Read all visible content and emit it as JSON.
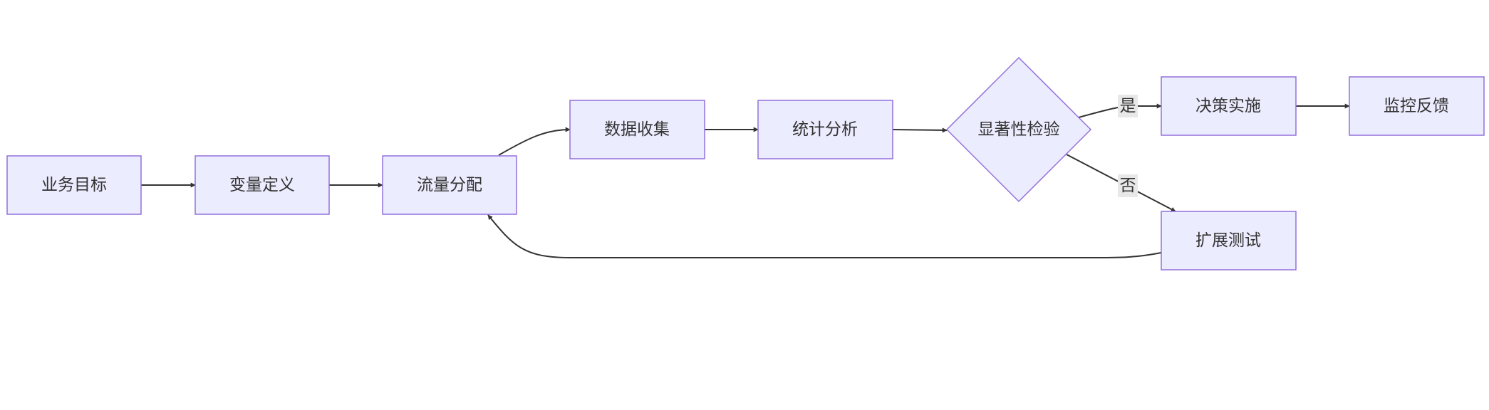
{
  "diagram": {
    "type": "flowchart",
    "colors": {
      "node_fill": "#ECECFF",
      "node_stroke": "#9370DB",
      "edge": "#333333",
      "text": "#333333",
      "edge_label_bg": "#e8e8e8"
    },
    "nodes": {
      "business_goal": "业务目标",
      "variable_definition": "变量定义",
      "traffic_allocation": "流量分配",
      "data_collection": "数据收集",
      "statistical_analysis": "统计分析",
      "significance_test": "显著性检验",
      "decision_implementation": "决策实施",
      "monitoring_feedback": "监控反馈",
      "extended_test": "扩展测试"
    },
    "edges": [
      {
        "from": "业务目标",
        "to": "变量定义",
        "label": ""
      },
      {
        "from": "变量定义",
        "to": "流量分配",
        "label": ""
      },
      {
        "from": "流量分配",
        "to": "数据收集",
        "label": ""
      },
      {
        "from": "数据收集",
        "to": "统计分析",
        "label": ""
      },
      {
        "from": "统计分析",
        "to": "显著性检验",
        "label": ""
      },
      {
        "from": "显著性检验",
        "to": "决策实施",
        "label": "是"
      },
      {
        "from": "显著性检验",
        "to": "扩展测试",
        "label": "否"
      },
      {
        "from": "决策实施",
        "to": "监控反馈",
        "label": ""
      },
      {
        "from": "扩展测试",
        "to": "流量分配",
        "label": ""
      }
    ],
    "edge_labels": {
      "yes": "是",
      "no": "否"
    }
  }
}
